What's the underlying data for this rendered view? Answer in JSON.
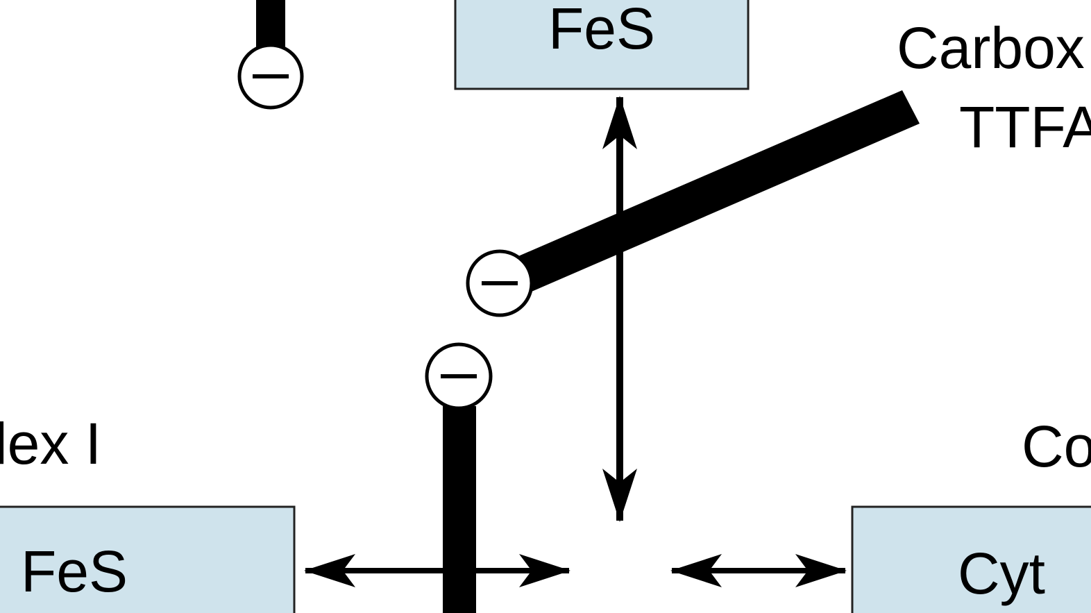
{
  "labels": {
    "fes_top": "FeS",
    "carbox_line1": "Carbox",
    "carbox_line2": "TTFA",
    "complex_left": "lex I",
    "fes_bottom": "FeS",
    "complex_right": "Co",
    "cyt": "Cyt"
  },
  "inhibitor_symbols": [
    "⊖",
    "⊖",
    "⊖"
  ],
  "colors": {
    "box_fill": "#cfe3ec",
    "stroke": "#000000",
    "background": "#ffffff"
  }
}
